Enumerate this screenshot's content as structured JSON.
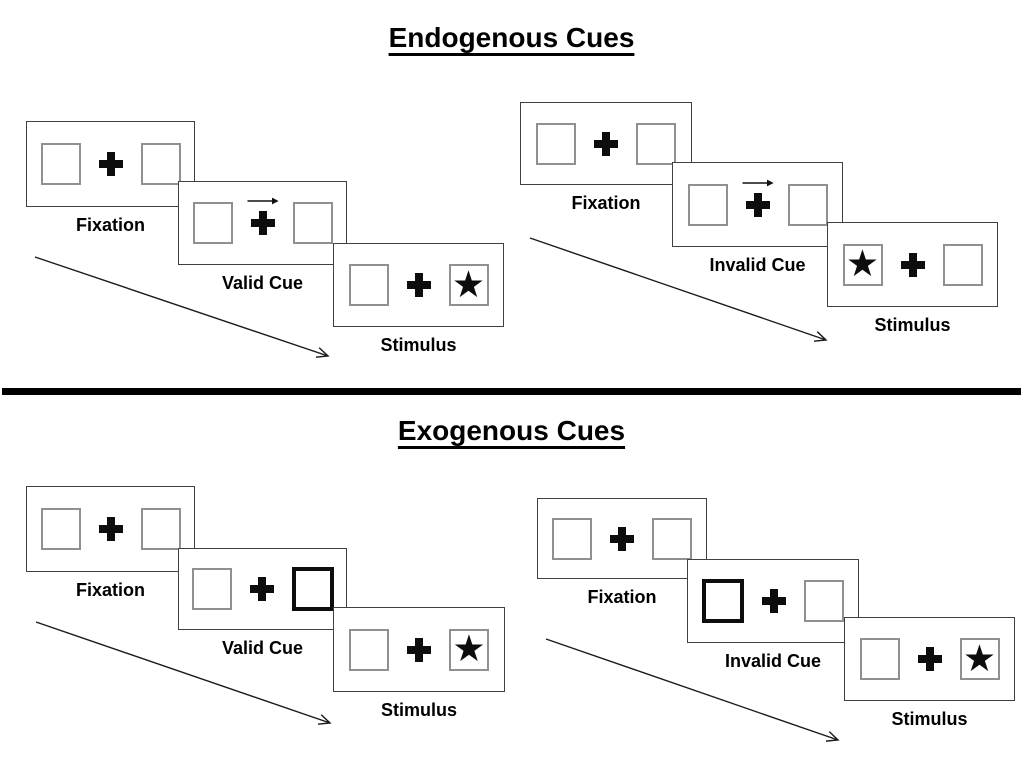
{
  "sections": [
    {
      "title": "Endogenous Cues",
      "panels": [
        {
          "condition": "valid",
          "screens": [
            {
              "label": "Fixation",
              "cue": "none",
              "left_box": "empty",
              "right_box": "empty"
            },
            {
              "label": "Valid Cue",
              "cue": "right-arrow-above-fixation",
              "left_box": "empty",
              "right_box": "empty"
            },
            {
              "label": "Stimulus",
              "cue": "none",
              "left_box": "empty",
              "right_box": "star"
            }
          ]
        },
        {
          "condition": "invalid",
          "screens": [
            {
              "label": "Fixation",
              "cue": "none",
              "left_box": "empty",
              "right_box": "empty"
            },
            {
              "label": "Invalid Cue",
              "cue": "right-arrow-above-fixation",
              "left_box": "empty",
              "right_box": "empty"
            },
            {
              "label": "Stimulus",
              "cue": "none",
              "left_box": "star",
              "right_box": "empty"
            }
          ]
        }
      ]
    },
    {
      "title": "Exogenous Cues",
      "panels": [
        {
          "condition": "valid",
          "screens": [
            {
              "label": "Fixation",
              "cue": "none",
              "left_box": "empty",
              "right_box": "empty"
            },
            {
              "label": "Valid Cue",
              "cue": "thick-right-box",
              "left_box": "empty",
              "right_box": "thick-outline"
            },
            {
              "label": "Stimulus",
              "cue": "none",
              "left_box": "empty",
              "right_box": "star"
            }
          ]
        },
        {
          "condition": "invalid",
          "screens": [
            {
              "label": "Fixation",
              "cue": "none",
              "left_box": "empty",
              "right_box": "empty"
            },
            {
              "label": "Invalid Cue",
              "cue": "thick-left-box",
              "left_box": "thick-outline",
              "right_box": "empty"
            },
            {
              "label": "Stimulus",
              "cue": "none",
              "left_box": "empty",
              "right_box": "star"
            }
          ]
        }
      ]
    }
  ],
  "glyphs": {
    "star": "★"
  },
  "colors": {
    "ink": "#000000",
    "screen_border": "#404040",
    "placeholder_border": "#909090",
    "divider": "#000000"
  }
}
